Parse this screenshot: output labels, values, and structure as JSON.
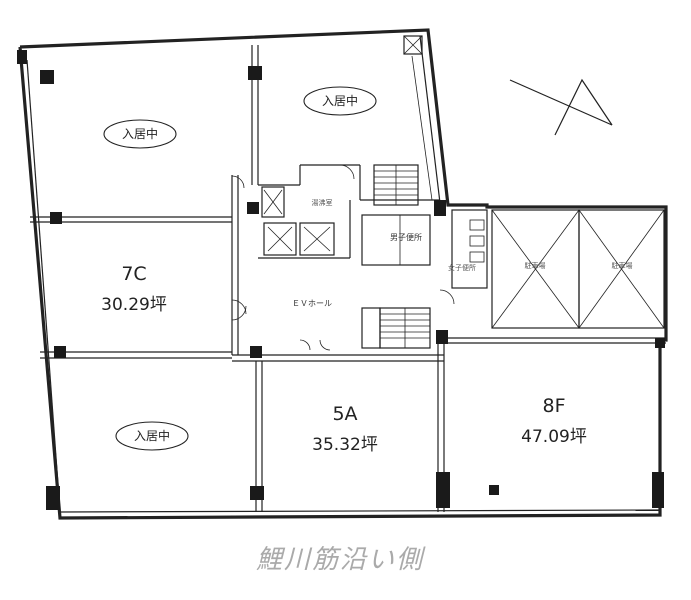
{
  "units": {
    "u7c": {
      "name": "7C",
      "area": "30.29坪"
    },
    "u5a": {
      "name": "5A",
      "area": "35.32坪"
    },
    "u8f": {
      "name": "8F",
      "area": "47.09坪"
    }
  },
  "occupied_label": "入居中",
  "rooms": {
    "ev_hall": "ＥＶホール",
    "mens_toilet": "男子便所",
    "womens_toilet": "女子便所",
    "kitchen": "湯沸室",
    "car_park_1": "駐車場",
    "car_park_2": "駐車場"
  },
  "street_label": "鯉川筋沿い側"
}
